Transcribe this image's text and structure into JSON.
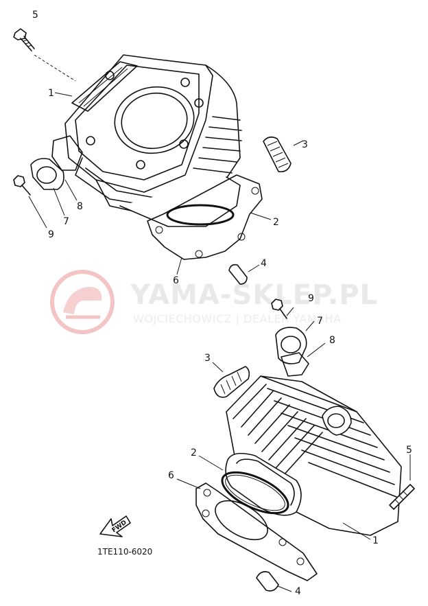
{
  "watermark": {
    "title": "YAMA-SKLEP.PL",
    "subtitle": "WOJCIECHOWICZ | DEALER YAMAHA",
    "logo_color": "#f2b8b8"
  },
  "callouts_top": [
    "5",
    "1",
    "3",
    "2",
    "8",
    "7",
    "9",
    "6",
    "4"
  ],
  "callouts_bottom": [
    "9",
    "7",
    "8",
    "3",
    "2",
    "6",
    "5",
    "1",
    "4"
  ],
  "fwd_label": "FWD",
  "part_number": "1TE110-6020"
}
